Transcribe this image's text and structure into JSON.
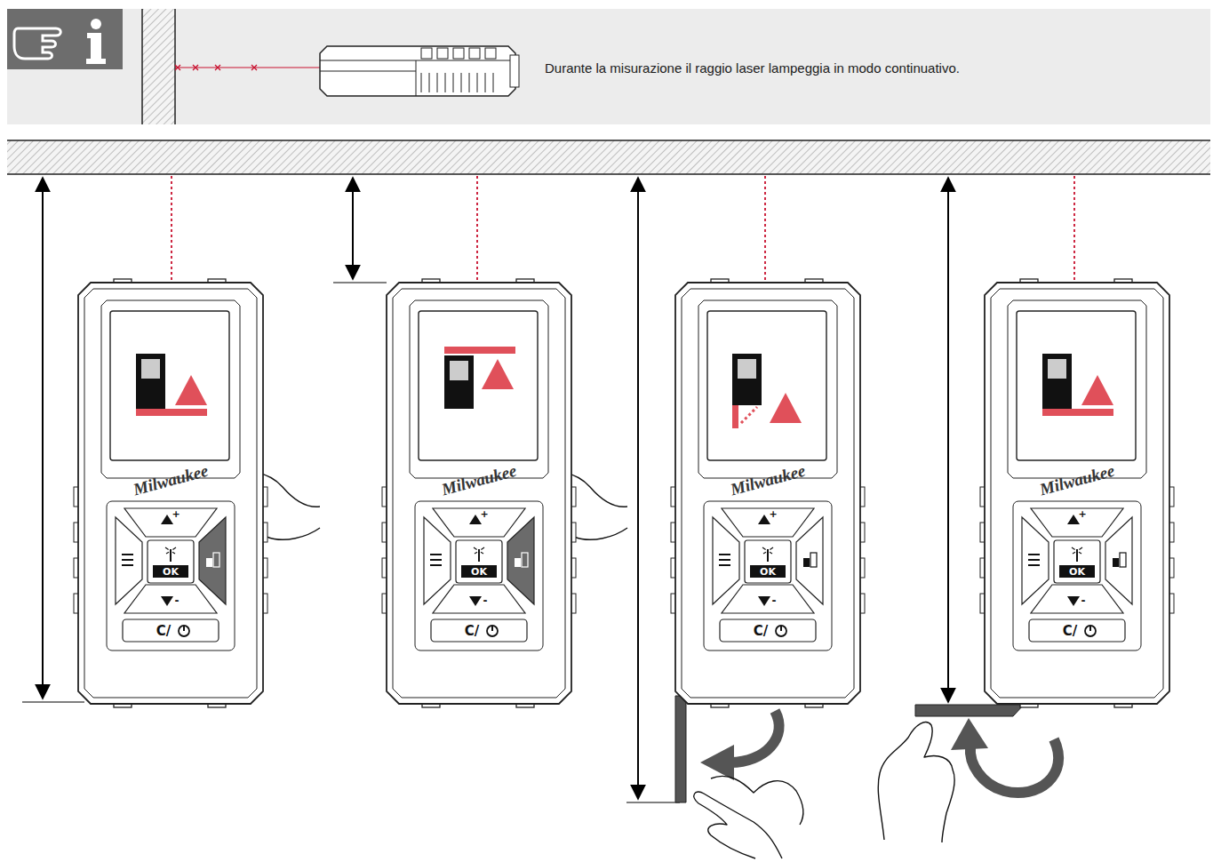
{
  "diagram": {
    "nodes": [
      {
        "text": [
          "Durante la misurazione il raggio laser lampeggia in modo continuativo."
        ]
      }
    ],
    "labels": [
      "Milwaukee",
      "+",
      "OK",
      "-",
      "C/",
      "Milwaukee",
      "+",
      "OK",
      "-",
      "C/",
      "Milwaukee",
      "+",
      "OK",
      "-",
      "C/",
      "Milwaukee",
      "+",
      "OK",
      "-",
      "C/"
    ]
  }
}
